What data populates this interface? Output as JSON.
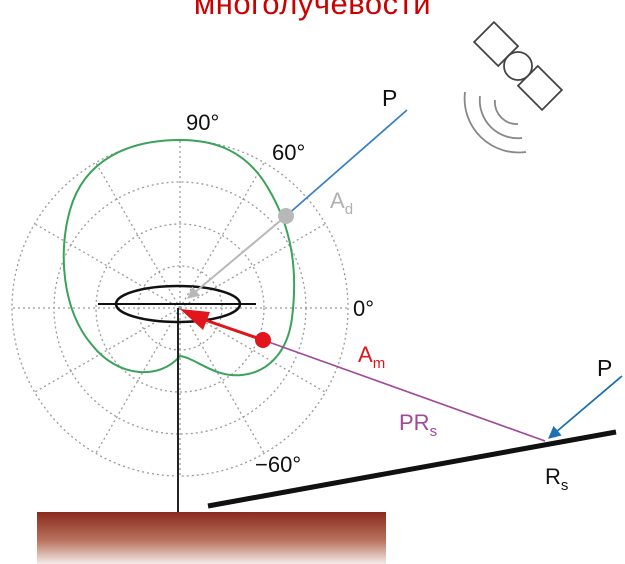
{
  "title": "многолучевости",
  "labels": {
    "deg90": "90°",
    "deg60": "60°",
    "deg0": "0°",
    "degm60": "−60°",
    "p_top": "P",
    "p_right": "P",
    "ad_main": "A",
    "ad_sub": "d",
    "am_main": "A",
    "am_sub": "m",
    "prs_main": "PR",
    "prs_sub": "s",
    "rs_main": "R",
    "rs_sub": "s"
  },
  "colors": {
    "title": "#cc0000",
    "pattern": "#3aa35a",
    "direct_ray": "#3b82c4",
    "reflected_ray": "#a0489a",
    "multipath_marker": "#e0161c",
    "direct_marker": "#b8b8b8",
    "ground": "#8a2a1e",
    "grid": "#9a9a9a"
  },
  "icons": [
    "satellite-icon",
    "signal-waves-icon"
  ]
}
